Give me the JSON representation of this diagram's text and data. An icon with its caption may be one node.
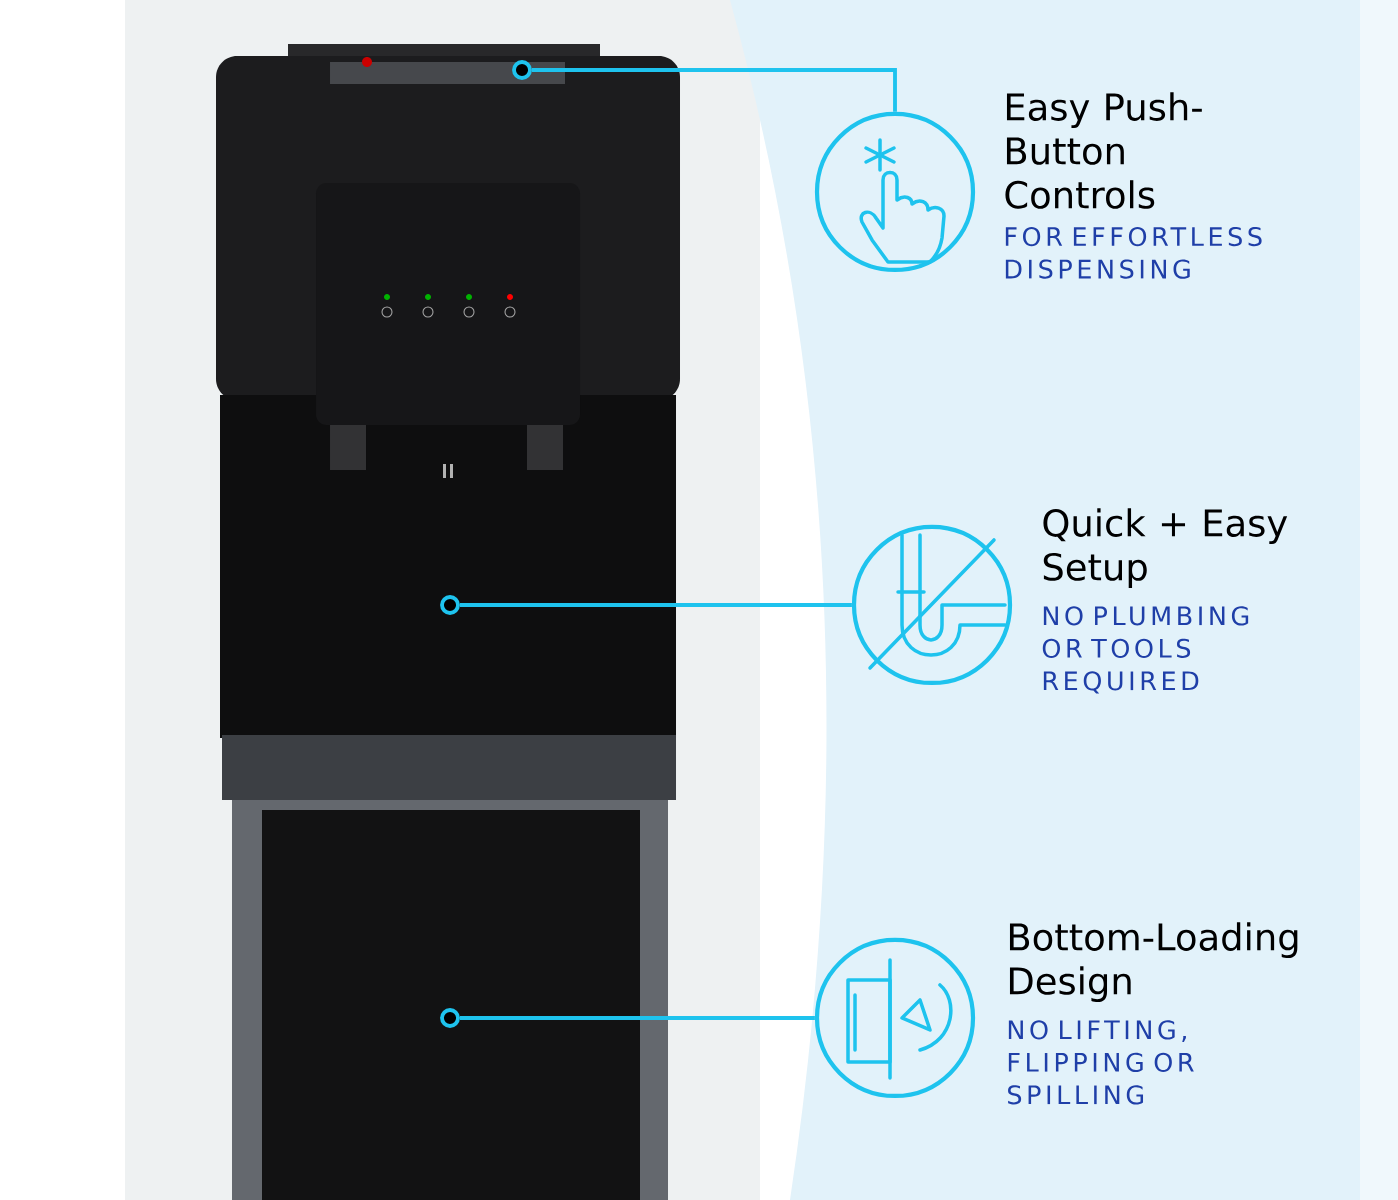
{
  "diagram": {
    "nodes": [
      {
        "text": [],
        "shape": "circle"
      },
      {
        "text": [],
        "shape": "circle",
        "beside": [
          "Easy Push-Button Controls",
          "FOR EFFORTLESS DISPENSING"
        ]
      },
      {
        "text": [],
        "shape": "circle"
      },
      {
        "text": [],
        "shape": "circle",
        "beside": [
          "Quick + Easy Setup",
          "NO PLUMBING OR TOOLS REQUIRED"
        ]
      },
      {
        "text": [],
        "shape": "circle"
      },
      {
        "text": [],
        "shape": "circle",
        "beside": [
          "Bottom-Loading Design",
          "NO LIFTING, FLIPPING OR SPILLING"
        ]
      }
    ],
    "edges": [
      {
        "from": 0,
        "to": 1,
        "arrow": "none"
      },
      {
        "from": 2,
        "to": 3,
        "arrow": "none"
      },
      {
        "from": 4,
        "to": 5,
        "arrow": "none"
      }
    ]
  }
}
